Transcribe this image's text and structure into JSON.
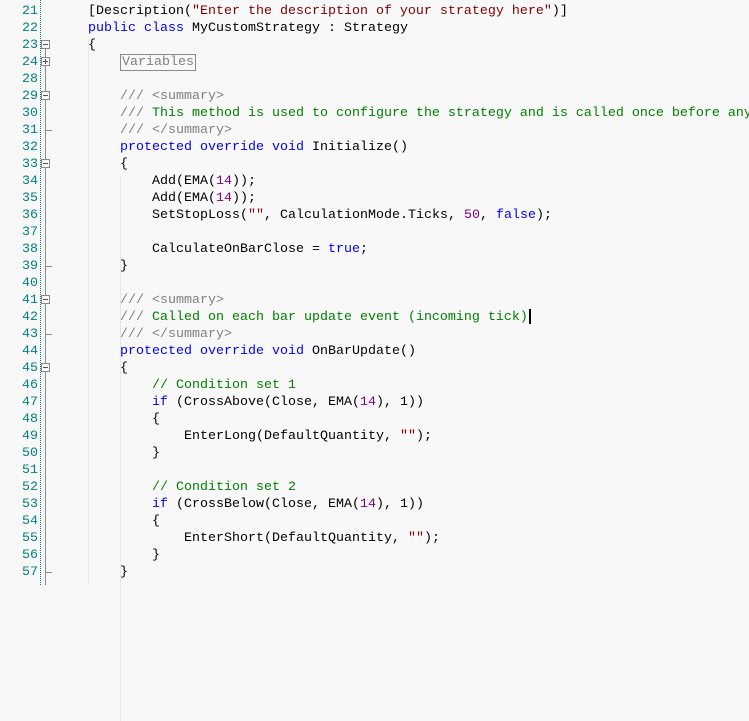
{
  "lines": [
    {
      "n": "21",
      "fold": "",
      "indent": 0,
      "tokens": [
        [
          "t",
          "[Description("
        ],
        [
          "s",
          "\"Enter the description of your strategy here\""
        ],
        [
          "t",
          ")]"
        ]
      ]
    },
    {
      "n": "22",
      "fold": "",
      "indent": 0,
      "tokens": [
        [
          "k",
          "public"
        ],
        [
          "t",
          " "
        ],
        [
          "k",
          "class"
        ],
        [
          "t",
          " MyCustomStrategy : Strategy"
        ]
      ]
    },
    {
      "n": "23",
      "fold": "minus",
      "indent": 0,
      "tokens": [
        [
          "t",
          "{"
        ]
      ]
    },
    {
      "n": "24",
      "fold": "plus",
      "indent": 1,
      "tokens": [
        [
          "region",
          "Variables"
        ]
      ]
    },
    {
      "n": "28",
      "fold": "",
      "indent": 0,
      "tokens": []
    },
    {
      "n": "29",
      "fold": "minus",
      "indent": 1,
      "tokens": [
        [
          "d",
          "/// <summary>"
        ]
      ]
    },
    {
      "n": "30",
      "fold": "",
      "indent": 1,
      "tokens": [
        [
          "d",
          "/// "
        ],
        [
          "c",
          "This method is used to configure the strategy and is called once before any"
        ]
      ]
    },
    {
      "n": "31",
      "fold": "end",
      "indent": 1,
      "tokens": [
        [
          "d",
          "/// </summary>"
        ]
      ]
    },
    {
      "n": "32",
      "fold": "",
      "indent": 1,
      "tokens": [
        [
          "k",
          "protected"
        ],
        [
          "t",
          " "
        ],
        [
          "k",
          "override"
        ],
        [
          "t",
          " "
        ],
        [
          "k",
          "void"
        ],
        [
          "t",
          " Initialize()"
        ]
      ]
    },
    {
      "n": "33",
      "fold": "minus",
      "indent": 1,
      "tokens": [
        [
          "t",
          "{"
        ]
      ]
    },
    {
      "n": "34",
      "fold": "",
      "indent": 2,
      "tokens": [
        [
          "t",
          "Add(EMA("
        ],
        [
          "n",
          "14"
        ],
        [
          "t",
          "));"
        ]
      ]
    },
    {
      "n": "35",
      "fold": "",
      "indent": 2,
      "tokens": [
        [
          "t",
          "Add(EMA("
        ],
        [
          "n",
          "14"
        ],
        [
          "t",
          "));"
        ]
      ]
    },
    {
      "n": "36",
      "fold": "",
      "indent": 2,
      "tokens": [
        [
          "t",
          "SetStopLoss("
        ],
        [
          "s",
          "\"\""
        ],
        [
          "t",
          ", CalculationMode.Ticks, "
        ],
        [
          "n",
          "50"
        ],
        [
          "t",
          ", "
        ],
        [
          "k",
          "false"
        ],
        [
          "t",
          ");"
        ]
      ]
    },
    {
      "n": "37",
      "fold": "",
      "indent": 0,
      "tokens": []
    },
    {
      "n": "38",
      "fold": "",
      "indent": 2,
      "tokens": [
        [
          "t",
          "CalculateOnBarClose = "
        ],
        [
          "k",
          "true"
        ],
        [
          "t",
          ";"
        ]
      ]
    },
    {
      "n": "39",
      "fold": "end",
      "indent": 1,
      "tokens": [
        [
          "t",
          "}"
        ]
      ]
    },
    {
      "n": "40",
      "fold": "",
      "indent": 0,
      "tokens": []
    },
    {
      "n": "41",
      "fold": "minus",
      "indent": 1,
      "tokens": [
        [
          "d",
          "/// <summary>"
        ]
      ]
    },
    {
      "n": "42",
      "fold": "",
      "indent": 1,
      "caret": true,
      "tokens": [
        [
          "d",
          "/// "
        ],
        [
          "c",
          "Called on each bar update event (incoming tick)"
        ]
      ]
    },
    {
      "n": "43",
      "fold": "end",
      "indent": 1,
      "tokens": [
        [
          "d",
          "/// </summary>"
        ]
      ]
    },
    {
      "n": "44",
      "fold": "",
      "indent": 1,
      "tokens": [
        [
          "k",
          "protected"
        ],
        [
          "t",
          " "
        ],
        [
          "k",
          "override"
        ],
        [
          "t",
          " "
        ],
        [
          "k",
          "void"
        ],
        [
          "t",
          " OnBarUpdate()"
        ]
      ]
    },
    {
      "n": "45",
      "fold": "minus",
      "indent": 1,
      "tokens": [
        [
          "t",
          "{"
        ]
      ]
    },
    {
      "n": "46",
      "fold": "",
      "indent": 2,
      "tokens": [
        [
          "c",
          "// Condition set 1"
        ]
      ]
    },
    {
      "n": "47",
      "fold": "",
      "indent": 2,
      "tokens": [
        [
          "k",
          "if"
        ],
        [
          "t",
          " (CrossAbove(Close, EMA("
        ],
        [
          "n",
          "14"
        ],
        [
          "t",
          "), 1))"
        ]
      ]
    },
    {
      "n": "48",
      "fold": "",
      "indent": 2,
      "tokens": [
        [
          "t",
          "{"
        ]
      ]
    },
    {
      "n": "49",
      "fold": "",
      "indent": 3,
      "tokens": [
        [
          "t",
          "EnterLong(DefaultQuantity, "
        ],
        [
          "s",
          "\"\""
        ],
        [
          "t",
          ");"
        ]
      ]
    },
    {
      "n": "50",
      "fold": "",
      "indent": 2,
      "tokens": [
        [
          "t",
          "}"
        ]
      ]
    },
    {
      "n": "51",
      "fold": "",
      "indent": 0,
      "tokens": []
    },
    {
      "n": "52",
      "fold": "",
      "indent": 2,
      "tokens": [
        [
          "c",
          "// Condition set 2"
        ]
      ]
    },
    {
      "n": "53",
      "fold": "",
      "indent": 2,
      "tokens": [
        [
          "k",
          "if"
        ],
        [
          "t",
          " (CrossBelow(Close, EMA("
        ],
        [
          "n",
          "14"
        ],
        [
          "t",
          "), 1))"
        ]
      ]
    },
    {
      "n": "54",
      "fold": "",
      "indent": 2,
      "tokens": [
        [
          "t",
          "{"
        ]
      ]
    },
    {
      "n": "55",
      "fold": "",
      "indent": 3,
      "tokens": [
        [
          "t",
          "EnterShort(DefaultQuantity, "
        ],
        [
          "s",
          "\"\""
        ],
        [
          "t",
          ");"
        ]
      ]
    },
    {
      "n": "56",
      "fold": "",
      "indent": 2,
      "tokens": [
        [
          "t",
          "}"
        ]
      ]
    },
    {
      "n": "57",
      "fold": "end",
      "indent": 1,
      "tokens": [
        [
          "t",
          "}"
        ]
      ]
    }
  ]
}
